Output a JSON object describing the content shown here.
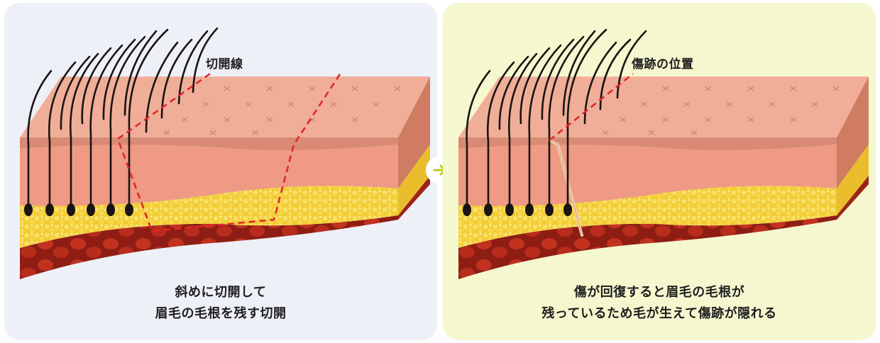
{
  "left_panel": {
    "label": "切開線",
    "caption": [
      "斜めに切開して",
      "眉毛の毛根を残す切開"
    ]
  },
  "right_panel": {
    "label": "傷跡の位置",
    "caption": [
      "傷が回復すると眉毛の毛根が",
      "残っているため毛が生えて傷跡が隠れる"
    ]
  },
  "colors": {
    "left_bg": "#eef0f8",
    "right_bg": "#f5f7cf",
    "arrow": "#b7cc1e",
    "incision": "#e3262b",
    "skin_top": "#f0b09c",
    "dermis": "#ee9a84",
    "fat": "#f4d23c",
    "muscle": "#b22a1c",
    "hair": "#1a1414"
  },
  "icons": {
    "arrow": "arrow-right-icon"
  }
}
